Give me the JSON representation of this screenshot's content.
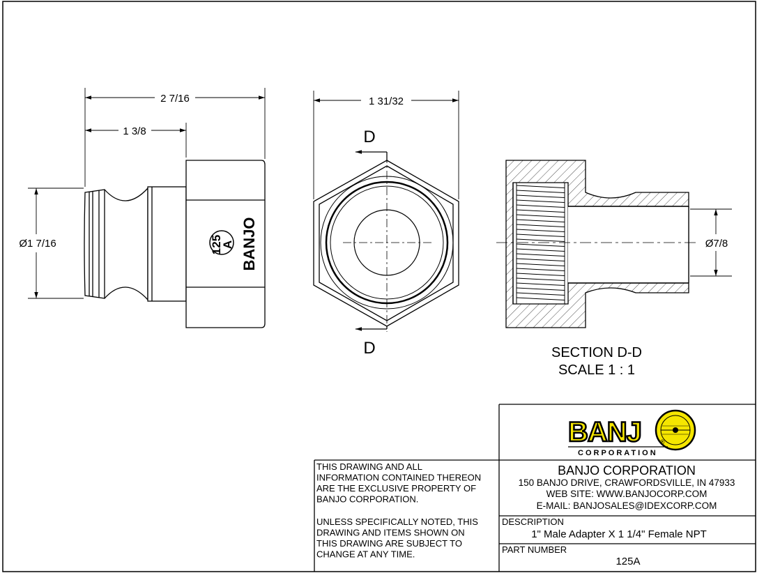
{
  "dimensions": {
    "overall_length": "2 7/16",
    "nose_length": "1 3/8",
    "nose_diameter": "Ø1 7/16",
    "hex_across": "1 31/32",
    "bore_diameter": "Ø7/8"
  },
  "section_marks": {
    "top": "D",
    "bottom": "D"
  },
  "section_caption": {
    "line1": "SECTION D-D",
    "line2": "SCALE 1 : 1"
  },
  "part_marking": {
    "number": "125",
    "letter": "A",
    "brand": "BANJO"
  },
  "logo": {
    "name": "BANJ",
    "registered": "®",
    "subtitle": "CORPORATION",
    "accent_color": "#f5e600"
  },
  "notice": {
    "lines1": [
      "THIS DRAWING AND ALL",
      "INFORMATION CONTAINED THEREON",
      "ARE THE EXCLUSIVE PROPERTY OF",
      "BANJO CORPORATION."
    ],
    "lines2": [
      "UNLESS SPECIFICALLY NOTED, THIS",
      "DRAWING AND ITEMS SHOWN ON",
      "THIS DRAWING ARE SUBJECT TO",
      "CHANGE AT ANY TIME."
    ]
  },
  "company": {
    "name": "BANJO CORPORATION",
    "address": "150 BANJO DRIVE, CRAWFORDSVILLE, IN 47933",
    "website": "WEB SITE: WWW.BANJOCORP.COM",
    "email": "E-MAIL: BANJOSALES@IDEXCORP.COM"
  },
  "description": {
    "label": "DESCRIPTION",
    "value": "1\" Male Adapter X 1 1/4\" Female NPT"
  },
  "part_number": {
    "label": "PART NUMBER",
    "value": "125A"
  }
}
